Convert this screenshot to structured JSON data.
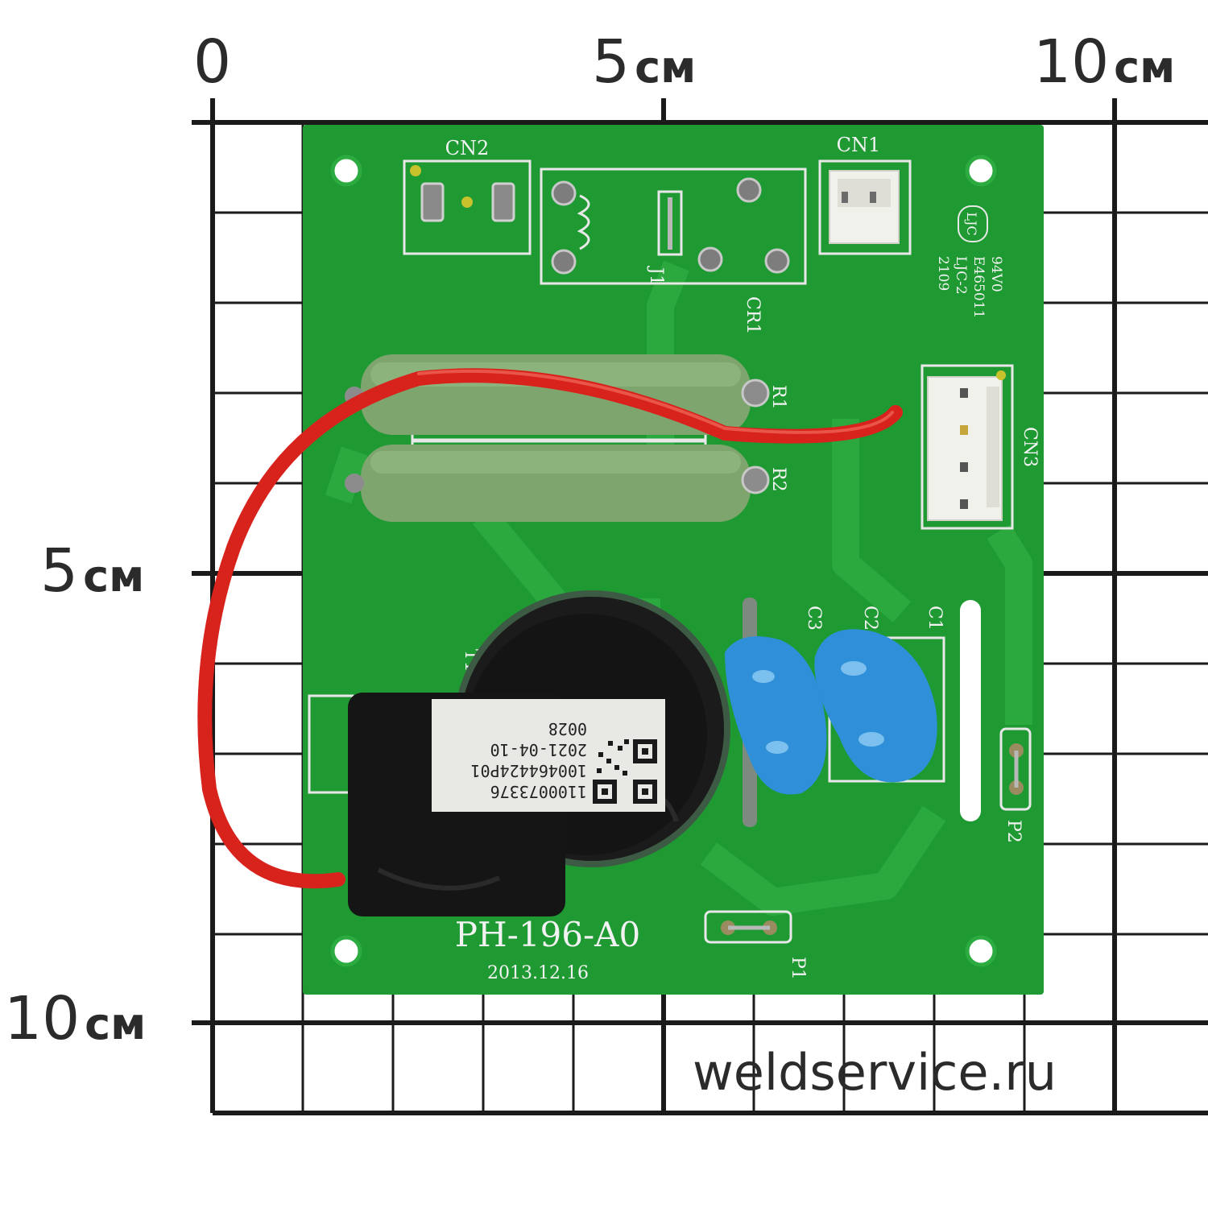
{
  "scale": {
    "top": [
      {
        "num": "0",
        "unit": ""
      },
      {
        "num": "5",
        "unit": "см"
      },
      {
        "num": "10",
        "unit": "см"
      }
    ],
    "left": [
      {
        "num": "5",
        "unit": "см"
      },
      {
        "num": "10",
        "unit": "см"
      }
    ]
  },
  "board": {
    "model": "PH-196-A0",
    "date": "2013.12.16",
    "refs": {
      "cn2": "CN2",
      "cn1": "CN1",
      "cn3": "CN3",
      "j1": "J1",
      "cr1": "CR1",
      "r1": "R1",
      "r2": "R2",
      "t1": "T1",
      "c1": "C1",
      "c2": "C2",
      "c3": "C3",
      "p1": "P1",
      "p2": "P2"
    },
    "maker_logo": "LJC",
    "cert": {
      "line1": "94V0",
      "line2": "E465011",
      "line3": "LJC-2",
      "line4": "2109"
    }
  },
  "sticker": {
    "line1": "1100073376",
    "line2": "100464424P01",
    "line3": "2021-04-10",
    "line4": "0028"
  },
  "watermark": "weldservice.ru",
  "colors": {
    "pcb": "#1f9a33",
    "trace": "#2cab40",
    "wire": "#d8221c",
    "resistor": "#7fa56f",
    "capacitor": "#2f8fd8",
    "transformer": "#141414",
    "grid": "#1a1a1a"
  }
}
